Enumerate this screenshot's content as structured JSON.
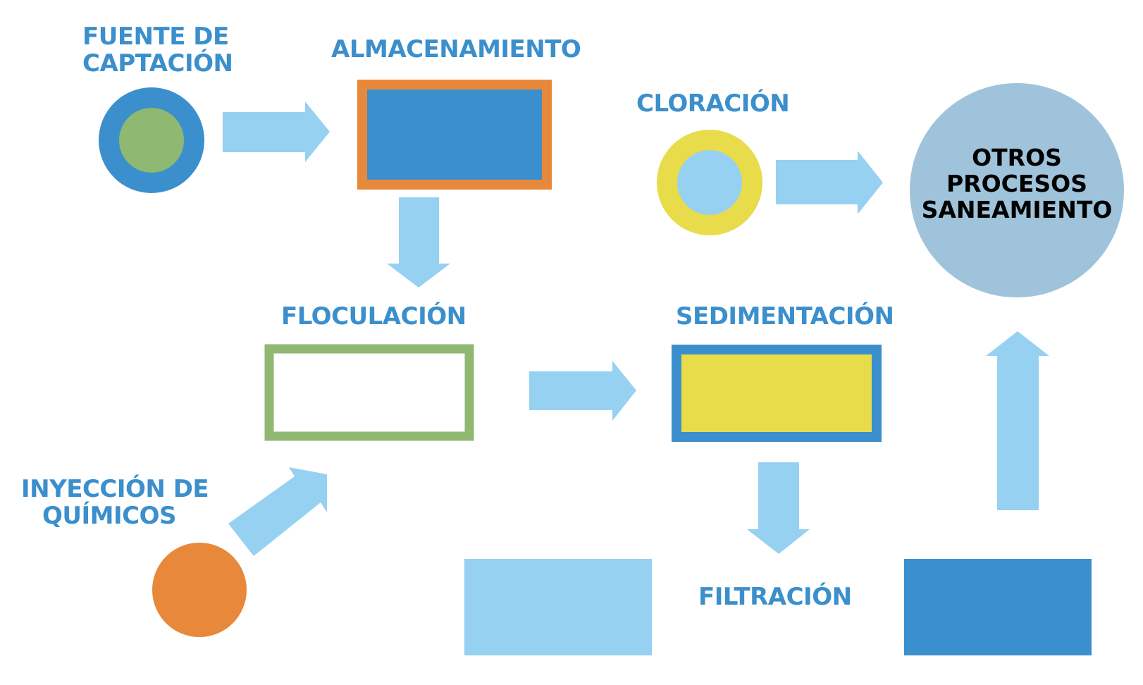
{
  "labels": {
    "fuente": [
      "FUENTE DE",
      "CAPTACIÓN"
    ],
    "almacenamiento": "ALMACENAMIENTO",
    "cloracion": "CLORACIÓN",
    "otros": [
      "OTROS",
      "PROCESOS",
      "SANEAMIENTO"
    ],
    "floculacion": "FLOCULACIÓN",
    "sedimentacion": "SEDIMENTACIÓN",
    "inyeccion": [
      "INYECCIÓN DE",
      "QUÍMICOS"
    ],
    "filtracion": "FILTRACIÓN"
  },
  "colors": {
    "label_blue": "#3b8fcc",
    "arrow_light_blue": "#96d1f2",
    "dark_blue": "#3b8fcc",
    "green": "#8fb872",
    "orange": "#e8883a",
    "yellow": "#e8dc4a",
    "grey_blue": "#9fc3da"
  }
}
